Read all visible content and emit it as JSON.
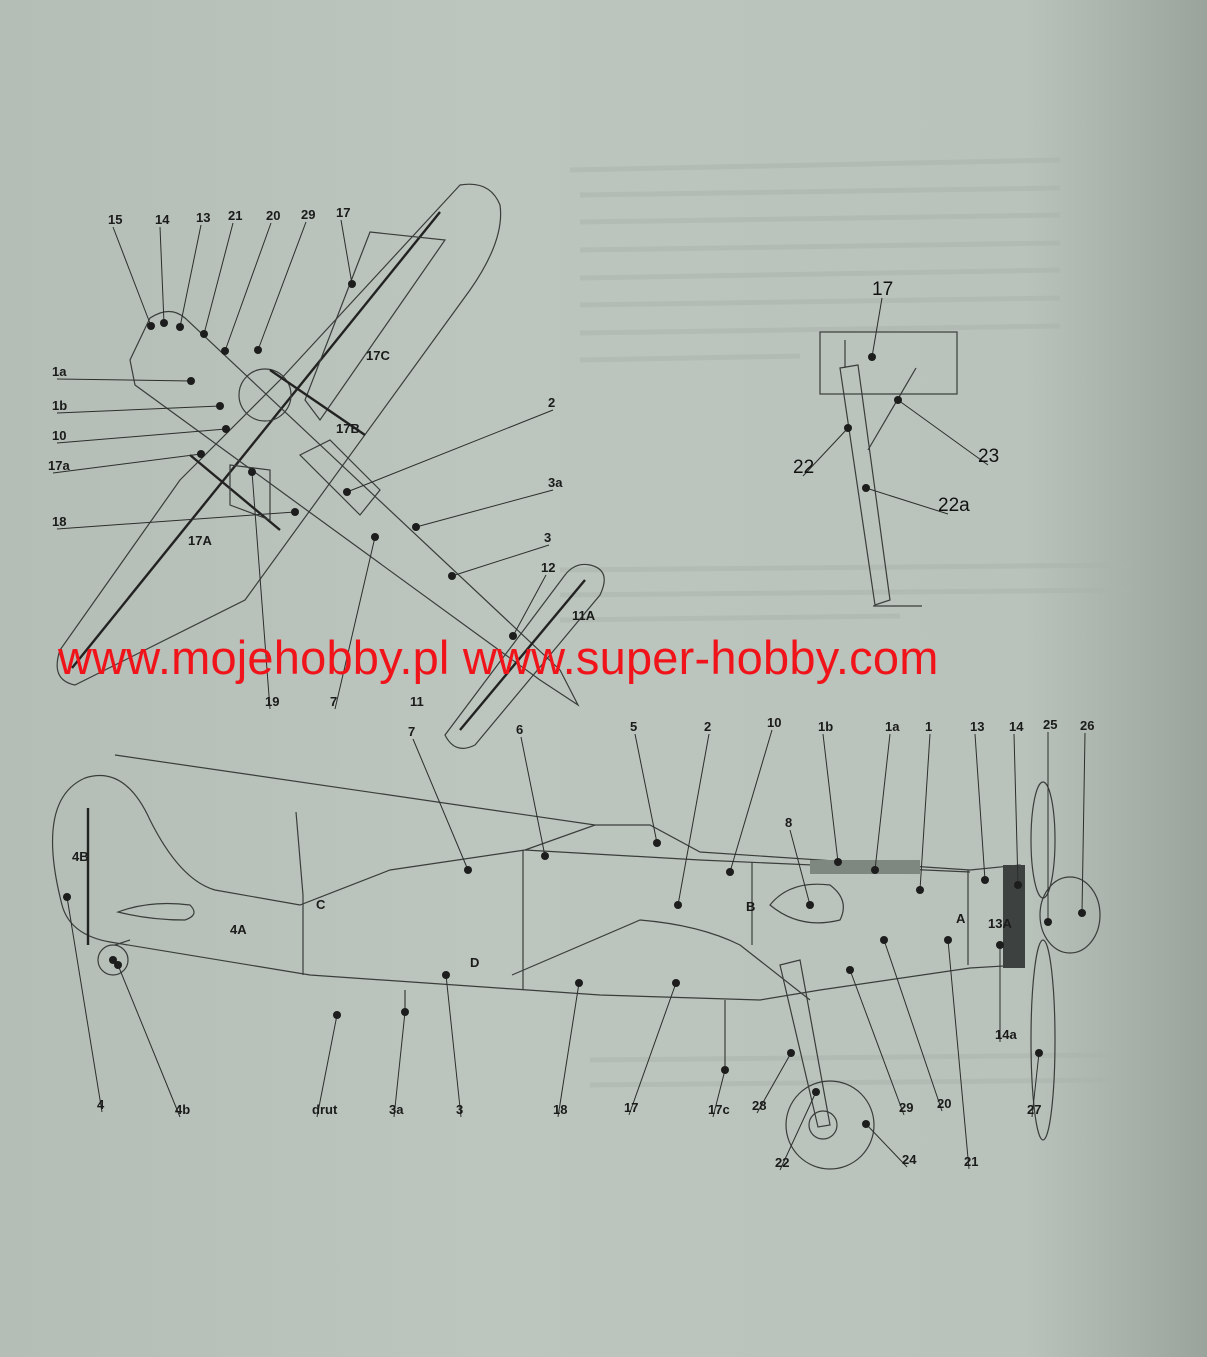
{
  "watermark": "www.mojehobby.pl www.super-hobby.com",
  "top_view": {
    "labels": [
      "15",
      "14",
      "13",
      "21",
      "20",
      "29",
      "17",
      "17C",
      "17B",
      "1a",
      "1b",
      "10",
      "17a",
      "18",
      "17A",
      "2",
      "3a",
      "3",
      "12",
      "11A",
      "19",
      "7",
      "11"
    ]
  },
  "side_view": {
    "labels": [
      "7",
      "6",
      "5",
      "2",
      "10",
      "1b",
      "1a",
      "1",
      "13",
      "14",
      "25",
      "26",
      "8",
      "4B",
      "4A",
      "C",
      "D",
      "B",
      "A",
      "13A",
      "4",
      "4b",
      "drut",
      "3a",
      "3",
      "18",
      "17",
      "17c",
      "28",
      "29",
      "20",
      "21",
      "22",
      "24",
      "14a",
      "27"
    ]
  },
  "detail_view": {
    "labels": [
      "17",
      "22",
      "23",
      "22a"
    ]
  },
  "colors": {
    "paper": "#b9c2bb",
    "watermark": "#f0141a",
    "line": "#3a3d3b"
  }
}
